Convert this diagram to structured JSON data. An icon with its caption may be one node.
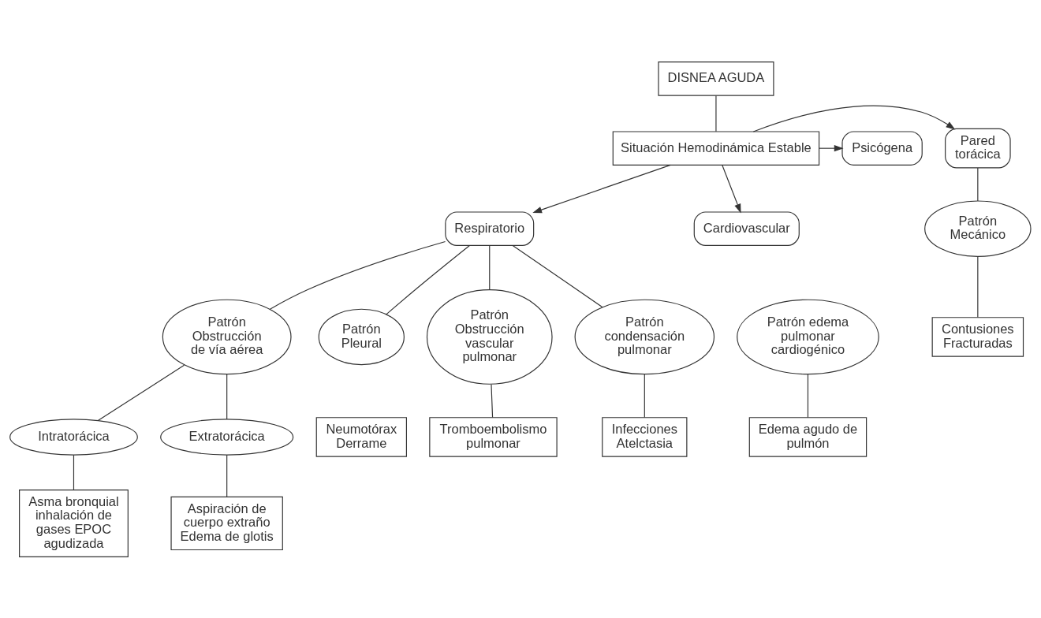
{
  "diagram": {
    "nodes": [
      {
        "text": [
          "DISNEA AGUDA"
        ]
      },
      {
        "text": [
          "Pared torácica"
        ]
      },
      {
        "text": [
          "Situación Hemodinámica Estable"
        ]
      },
      {
        "text": [
          "Psicógena"
        ]
      },
      {
        "text": [
          "Respiratorio"
        ]
      },
      {
        "text": [
          "Patrón Mecánico"
        ]
      },
      {
        "text": [
          "Patrón Obstrucción de vía aérea"
        ]
      },
      {
        "text": [
          "Patrón Pleural"
        ]
      },
      {
        "text": [
          "Contusiones Fracturadas"
        ]
      },
      {
        "text": [
          "Cardiovascular"
        ]
      },
      {
        "text": [
          "Neumotórax Derrame"
        ]
      },
      {
        "text": [
          "Intratorácica"
        ]
      },
      {
        "text": [
          "Patrón Obstrucción vascular pulmonar"
        ]
      },
      {
        "text": [
          "Extratorácica"
        ]
      },
      {
        "text": [
          "Patrón condensación pulmonar"
        ]
      },
      {
        "text": [
          "Patrón edema pulmonar cardiogénico"
        ]
      },
      {
        "text": [
          "Tromboembolismo pulmonar"
        ]
      },
      {
        "text": [
          "Asma bronquial inhalación de gases EPOC agudizada"
        ]
      },
      {
        "text": [
          "Aspiración de cuerpo extraño Edema de glotis"
        ]
      },
      {
        "text": [
          "Infecciones Atelctasia"
        ]
      },
      {
        "text": [
          "Edema agudo de pulmón"
        ]
      }
    ],
    "edges": [
      {
        "from": 0,
        "to": 2,
        "arrow": "none"
      },
      {
        "from": 2,
        "to": 1,
        "arrow": "to"
      },
      {
        "from": 2,
        "to": 3,
        "arrow": "to"
      },
      {
        "from": 2,
        "to": 4,
        "arrow": "to"
      },
      {
        "from": 2,
        "to": 9,
        "arrow": "to"
      },
      {
        "from": 1,
        "to": 5,
        "arrow": "none"
      },
      {
        "from": 5,
        "to": 8,
        "arrow": "none"
      },
      {
        "from": 4,
        "to": 12,
        "arrow": "none"
      },
      {
        "from": 4,
        "to": 6,
        "arrow": "none"
      },
      {
        "from": 4,
        "to": 7,
        "arrow": "none"
      },
      {
        "from": 4,
        "to": 14,
        "arrow": "none"
      },
      {
        "from": 6,
        "to": 11,
        "arrow": "none"
      },
      {
        "from": 6,
        "to": 13,
        "arrow": "none"
      },
      {
        "from": 11,
        "to": 17,
        "arrow": "none"
      },
      {
        "from": 13,
        "to": 18,
        "arrow": "none"
      },
      {
        "from": 12,
        "to": 16,
        "arrow": "none"
      },
      {
        "from": 14,
        "to": 19,
        "arrow": "none"
      },
      {
        "from": 15,
        "to": 20,
        "arrow": "none"
      }
    ]
  }
}
